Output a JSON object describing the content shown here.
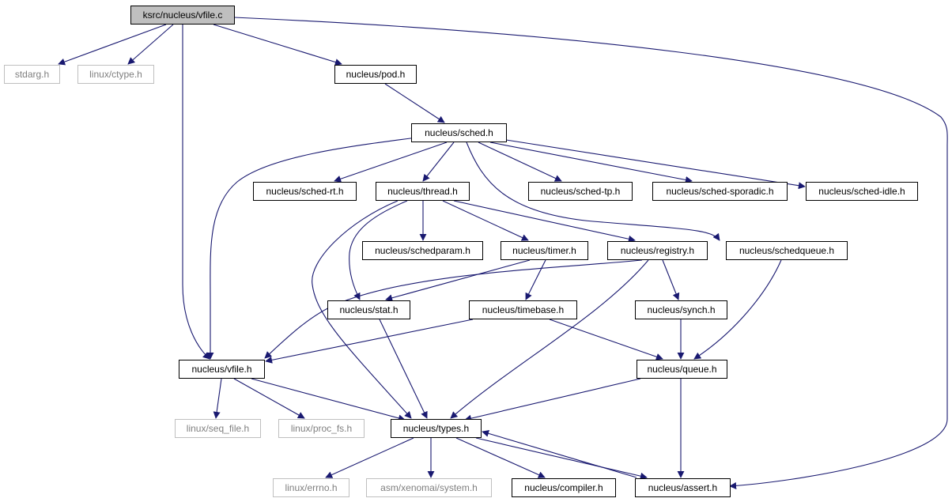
{
  "diagram": {
    "nodes": [
      {
        "id": "vfile_c",
        "label": "ksrc/nucleus/vfile.c",
        "kind": "root"
      },
      {
        "id": "stdarg",
        "label": "stdarg.h",
        "kind": "external"
      },
      {
        "id": "ctype",
        "label": "linux/ctype.h",
        "kind": "external"
      },
      {
        "id": "pod",
        "label": "nucleus/pod.h",
        "kind": "internal"
      },
      {
        "id": "sched",
        "label": "nucleus/sched.h",
        "kind": "internal"
      },
      {
        "id": "sched_rt",
        "label": "nucleus/sched-rt.h",
        "kind": "internal"
      },
      {
        "id": "thread",
        "label": "nucleus/thread.h",
        "kind": "internal"
      },
      {
        "id": "sched_tp",
        "label": "nucleus/sched-tp.h",
        "kind": "internal"
      },
      {
        "id": "sched_sporadic",
        "label": "nucleus/sched-sporadic.h",
        "kind": "internal"
      },
      {
        "id": "sched_idle",
        "label": "nucleus/sched-idle.h",
        "kind": "internal"
      },
      {
        "id": "schedparam",
        "label": "nucleus/schedparam.h",
        "kind": "internal"
      },
      {
        "id": "timer",
        "label": "nucleus/timer.h",
        "kind": "internal"
      },
      {
        "id": "registry",
        "label": "nucleus/registry.h",
        "kind": "internal"
      },
      {
        "id": "schedqueue",
        "label": "nucleus/schedqueue.h",
        "kind": "internal"
      },
      {
        "id": "stat",
        "label": "nucleus/stat.h",
        "kind": "internal"
      },
      {
        "id": "timebase",
        "label": "nucleus/timebase.h",
        "kind": "internal"
      },
      {
        "id": "synch",
        "label": "nucleus/synch.h",
        "kind": "internal"
      },
      {
        "id": "vfile_h",
        "label": "nucleus/vfile.h",
        "kind": "internal"
      },
      {
        "id": "queue",
        "label": "nucleus/queue.h",
        "kind": "internal"
      },
      {
        "id": "seq_file",
        "label": "linux/seq_file.h",
        "kind": "external"
      },
      {
        "id": "proc_fs",
        "label": "linux/proc_fs.h",
        "kind": "external"
      },
      {
        "id": "types",
        "label": "nucleus/types.h",
        "kind": "internal"
      },
      {
        "id": "errno",
        "label": "linux/errno.h",
        "kind": "external"
      },
      {
        "id": "system",
        "label": "asm/xenomai/system.h",
        "kind": "external"
      },
      {
        "id": "compiler",
        "label": "nucleus/compiler.h",
        "kind": "internal"
      },
      {
        "id": "assert",
        "label": "nucleus/assert.h",
        "kind": "internal"
      }
    ],
    "edges": [
      {
        "from": "vfile_c",
        "to": "stdarg"
      },
      {
        "from": "vfile_c",
        "to": "ctype"
      },
      {
        "from": "vfile_c",
        "to": "vfile_h"
      },
      {
        "from": "vfile_c",
        "to": "pod"
      },
      {
        "from": "vfile_c",
        "to": "assert"
      },
      {
        "from": "pod",
        "to": "sched"
      },
      {
        "from": "sched",
        "to": "vfile_h"
      },
      {
        "from": "sched",
        "to": "sched_rt"
      },
      {
        "from": "sched",
        "to": "thread"
      },
      {
        "from": "sched",
        "to": "sched_tp"
      },
      {
        "from": "sched",
        "to": "sched_sporadic"
      },
      {
        "from": "sched",
        "to": "sched_idle"
      },
      {
        "from": "sched",
        "to": "schedqueue"
      },
      {
        "from": "thread",
        "to": "types"
      },
      {
        "from": "thread",
        "to": "stat"
      },
      {
        "from": "thread",
        "to": "schedparam"
      },
      {
        "from": "thread",
        "to": "timer"
      },
      {
        "from": "thread",
        "to": "registry"
      },
      {
        "from": "timer",
        "to": "stat"
      },
      {
        "from": "timer",
        "to": "timebase"
      },
      {
        "from": "registry",
        "to": "vfile_h"
      },
      {
        "from": "registry",
        "to": "types"
      },
      {
        "from": "registry",
        "to": "synch"
      },
      {
        "from": "schedqueue",
        "to": "queue"
      },
      {
        "from": "stat",
        "to": "types"
      },
      {
        "from": "timebase",
        "to": "vfile_h"
      },
      {
        "from": "timebase",
        "to": "queue"
      },
      {
        "from": "synch",
        "to": "queue"
      },
      {
        "from": "vfile_h",
        "to": "seq_file"
      },
      {
        "from": "vfile_h",
        "to": "proc_fs"
      },
      {
        "from": "vfile_h",
        "to": "types"
      },
      {
        "from": "queue",
        "to": "types"
      },
      {
        "from": "queue",
        "to": "assert"
      },
      {
        "from": "types",
        "to": "errno"
      },
      {
        "from": "types",
        "to": "system"
      },
      {
        "from": "types",
        "to": "compiler"
      },
      {
        "from": "types",
        "to": "assert"
      },
      {
        "from": "assert",
        "to": "types"
      }
    ],
    "colors": {
      "edge": "#191970",
      "root_fill": "#bfbfbf",
      "internal_border": "#000000",
      "external_border": "#bfbfbf",
      "external_text": "#808080",
      "text": "#000000"
    }
  }
}
